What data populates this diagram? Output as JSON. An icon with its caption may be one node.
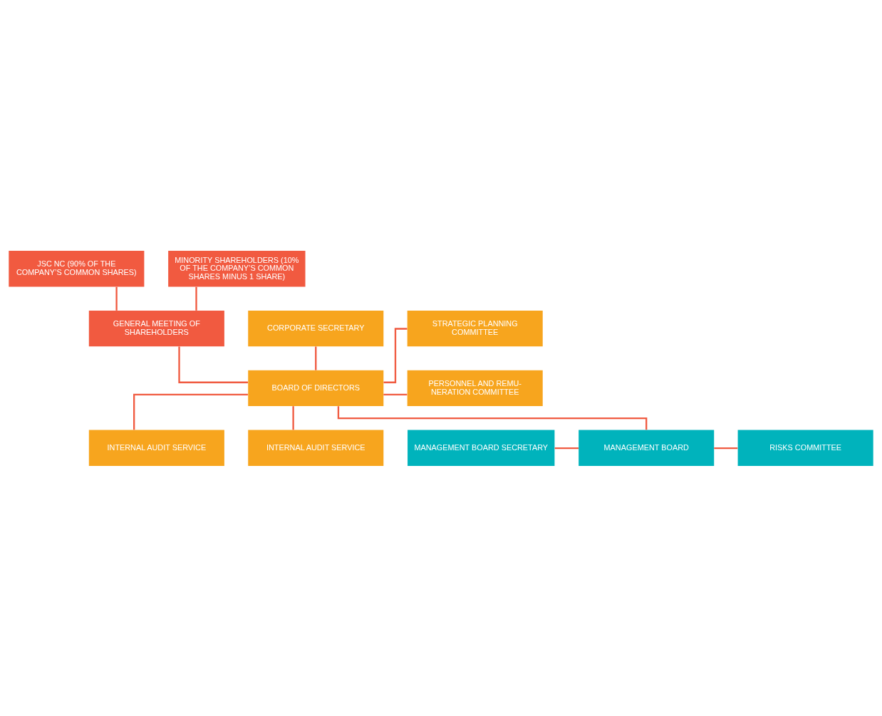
{
  "diagram": {
    "nodes": [
      {
        "text": [
          "JSC NC (90% OF THE COMPANY’S COMMON SHARES)"
        ]
      },
      {
        "text": [
          "MINORITY SHAREHOLDERS (10% OF THE COMPANY’S COMMON SHARES MINUS 1 SHARE)"
        ]
      },
      {
        "text": [
          "CORPORATE SECRETARY"
        ]
      },
      {
        "text": [
          "GENERAL MEETING OF SHAREHOLDERS"
        ]
      },
      {
        "text": [
          "STRATEGIC PLANNING COMMITTEE"
        ]
      },
      {
        "text": [
          "BOARD OF DIRECTORS"
        ]
      },
      {
        "text": [
          "PERSONNEL AND REMU-NERATION COMMITTEE"
        ]
      },
      {
        "text": [
          "INTERNAL AUDIT SERVICE"
        ]
      },
      {
        "text": [
          "INTERNAL AUDIT SERVICE"
        ]
      },
      {
        "text": [
          "MANAGEMENT BOARD SECRETARY"
        ]
      },
      {
        "text": [
          "MANAGEMENT BOARD"
        ]
      },
      {
        "text": [
          "RISKS COMMITTEE"
        ]
      }
    ],
    "edges": [
      {
        "from": 0,
        "to": 3,
        "arrow": "none"
      },
      {
        "from": 1,
        "to": 3,
        "arrow": "none"
      },
      {
        "from": 3,
        "to": 5,
        "arrow": "none"
      },
      {
        "from": 2,
        "to": 5,
        "arrow": "none"
      },
      {
        "from": 7,
        "to": 5,
        "arrow": "none"
      },
      {
        "from": 5,
        "to": 4,
        "arrow": "none"
      },
      {
        "from": 5,
        "to": 6,
        "arrow": "none"
      },
      {
        "from": 5,
        "to": 8,
        "arrow": "none"
      },
      {
        "from": 5,
        "to": 10,
        "arrow": "none"
      },
      {
        "from": 9,
        "to": 10,
        "arrow": "none"
      },
      {
        "from": 10,
        "to": 11,
        "arrow": "none"
      }
    ]
  }
}
